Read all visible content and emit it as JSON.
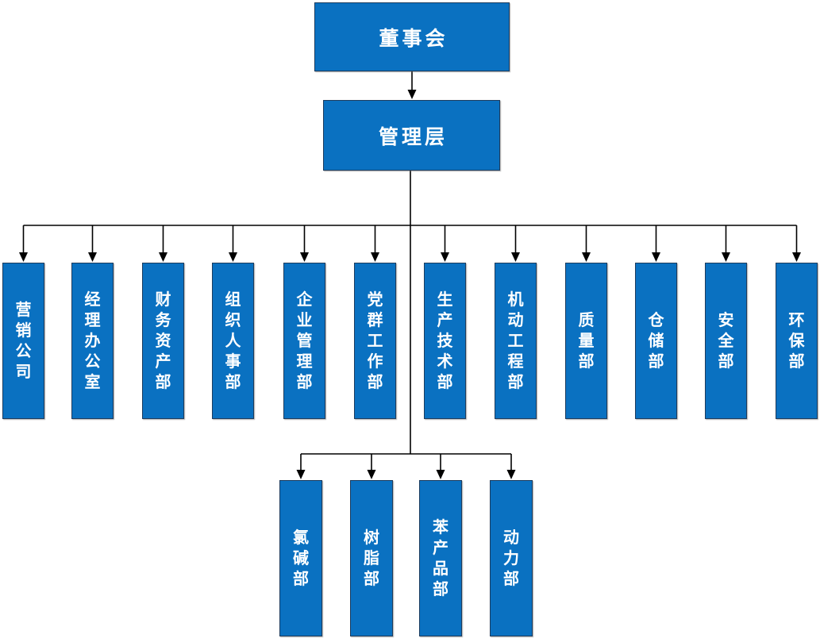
{
  "chart": {
    "root": {
      "label": "董事会"
    },
    "management": {
      "label": "管理层"
    },
    "departments": [
      {
        "label": "营销公司"
      },
      {
        "label": "经理办公室"
      },
      {
        "label": "财务资产部"
      },
      {
        "label": "组织人事部"
      },
      {
        "label": "企业管理部"
      },
      {
        "label": "党群工作部"
      },
      {
        "label": "生产技术部"
      },
      {
        "label": "机动工程部"
      },
      {
        "label": "质量部"
      },
      {
        "label": "仓储部"
      },
      {
        "label": "安全部"
      },
      {
        "label": "环保部"
      }
    ],
    "production_departments": [
      {
        "label": "氯碱部"
      },
      {
        "label": "树脂部"
      },
      {
        "label": "苯产品部"
      },
      {
        "label": "动力部"
      }
    ],
    "colors": {
      "box_fill": "#0a71c1",
      "box_text": "#ffffff",
      "connector": "#000000"
    }
  }
}
